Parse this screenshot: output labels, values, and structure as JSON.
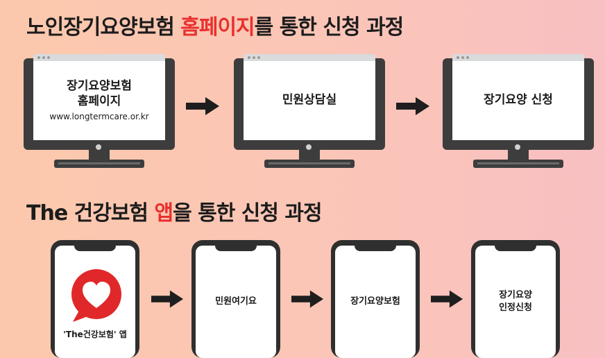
{
  "section1": {
    "title_before": "노인장기요양보험 ",
    "title_highlight": "홈페이지",
    "title_after": "를 통한 신청 과정",
    "steps": [
      {
        "line1": "장기요양보험",
        "line2": "홈페이지",
        "url": "www.longtermcare.or.kr"
      },
      {
        "line1": "민원상담실"
      },
      {
        "line1": "장기요양 신청"
      }
    ]
  },
  "section2": {
    "title_before": "The 건강보험 ",
    "title_highlight": "앱",
    "title_after": "을 통한 신청 과정",
    "app_label": "'The건강보험' 앱",
    "steps": [
      {
        "line1": "민원여기요"
      },
      {
        "line1": "장기요양보험"
      },
      {
        "line1": "장기요양",
        "line2": "인정신청"
      }
    ]
  },
  "colors": {
    "highlight": "#e8302e",
    "device": "#3d3d3d",
    "logo_red": "#e0282a"
  }
}
